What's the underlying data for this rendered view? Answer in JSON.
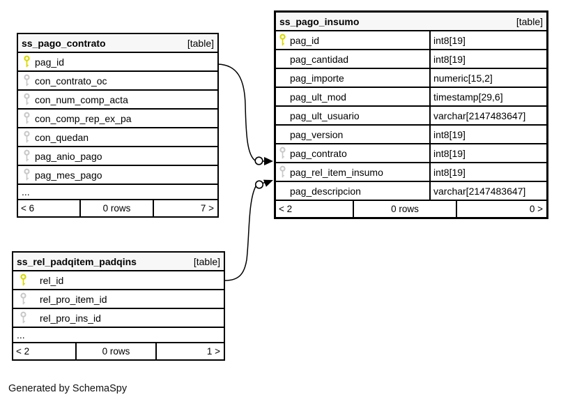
{
  "note": "Generated by SchemaSpy",
  "colors": {
    "primary_key": "#d9d900",
    "secondary_key": "#c9c9c9",
    "header_bg": "#f7f7f7",
    "border": "#000000",
    "background": "#ffffff"
  },
  "tables": [
    {
      "name": "ss_pago_contrato",
      "badge": "[table]",
      "rows": [
        {
          "name": "pag_id",
          "key": "primary"
        },
        {
          "name": "con_contrato_oc",
          "key": "index"
        },
        {
          "name": "con_num_comp_acta",
          "key": "index"
        },
        {
          "name": "con_comp_rep_ex_pa",
          "key": "index"
        },
        {
          "name": "con_quedan",
          "key": "index"
        },
        {
          "name": "pag_anio_pago",
          "key": "index"
        },
        {
          "name": "pag_mes_pago",
          "key": "index"
        }
      ],
      "ellipsis": "...",
      "footer": {
        "prev": "< 6",
        "count": "0 rows",
        "next": "7 >"
      }
    },
    {
      "name": "ss_pago_insumo",
      "badge": "[table]",
      "rows": [
        {
          "name": "pag_id",
          "type": "int8[19]",
          "key": "primary"
        },
        {
          "name": "pag_cantidad",
          "type": "int8[19]",
          "key": "none"
        },
        {
          "name": "pag_importe",
          "type": "numeric[15,2]",
          "key": "none"
        },
        {
          "name": "pag_ult_mod",
          "type": "timestamp[29,6]",
          "key": "none"
        },
        {
          "name": "pag_ult_usuario",
          "type": "varchar[2147483647]",
          "key": "none"
        },
        {
          "name": "pag_version",
          "type": "int8[19]",
          "key": "none"
        },
        {
          "name": "pag_contrato",
          "type": "int8[19]",
          "key": "index"
        },
        {
          "name": "pag_rel_item_insumo",
          "type": "int8[19]",
          "key": "index"
        },
        {
          "name": "pag_descripcion",
          "type": "varchar[2147483647]",
          "key": "none"
        }
      ],
      "footer": {
        "prev": "< 2",
        "count": "0 rows",
        "next": "0 >"
      }
    },
    {
      "name": "ss_rel_padqitem_padqins",
      "badge": "[table]",
      "rows": [
        {
          "name": "rel_id",
          "key": "primary"
        },
        {
          "name": "rel_pro_item_id",
          "key": "index"
        },
        {
          "name": "rel_pro_ins_id",
          "key": "index"
        }
      ],
      "ellipsis": "...",
      "footer": {
        "prev": "< 2",
        "count": "0 rows",
        "next": "1 >"
      }
    }
  ]
}
